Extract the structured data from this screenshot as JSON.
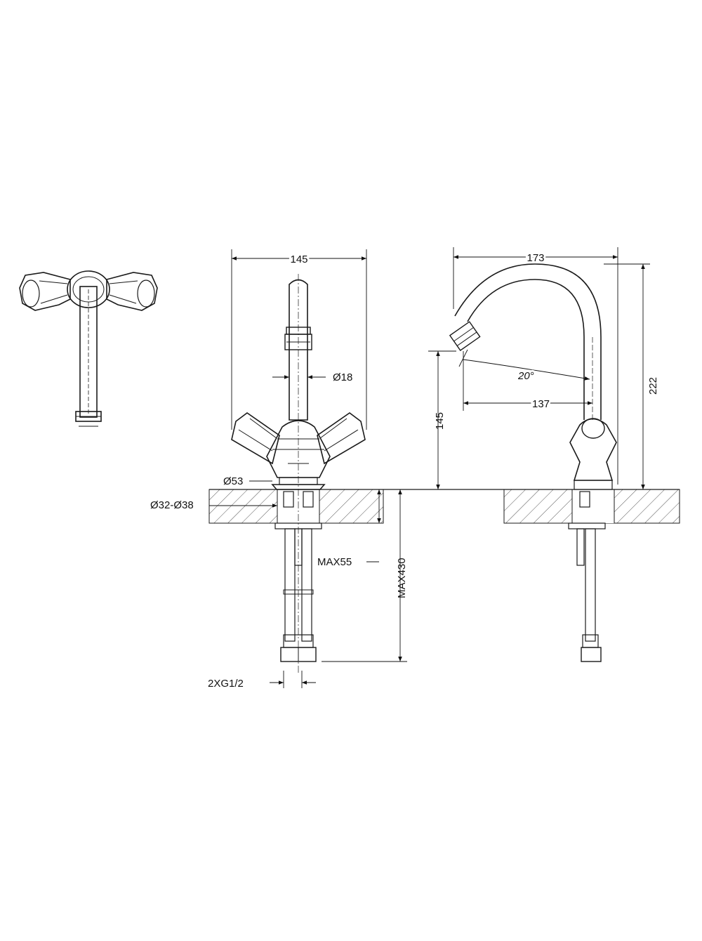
{
  "dimensions": {
    "front_width": "145",
    "spout_diameter": "Ø18",
    "base_diameter": "Ø53",
    "hole_diameter": "Ø32-Ø38",
    "max_thickness": "MAX55",
    "max_hose": "MAX430",
    "connection": "2XG1/2",
    "side_reach": "173",
    "side_height": "222",
    "spout_height": "145",
    "spout_offset": "137",
    "spout_angle": "20°"
  },
  "colors": {
    "line": "#1a1a1a",
    "hatch": "#555555",
    "background": "#ffffff"
  }
}
